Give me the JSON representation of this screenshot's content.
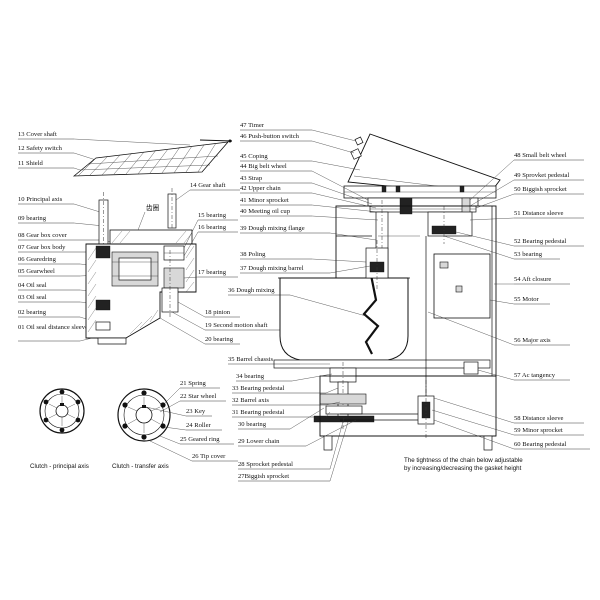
{
  "labels_left": [
    "13 Cover shaft",
    "12 Safety switch",
    "11 Shield",
    "10 Principal axis",
    "09 bearing",
    "08 Gear box cover",
    "07 Gear box body",
    "06 Gearedring",
    "05 Gearwheel",
    "04 Oil seal",
    "03 Oil seal",
    "02 bearing",
    "01 Oil seal distance sleeve"
  ],
  "labels_center": [
    "14 Gear shaft",
    "15 bearing",
    "16 bearing",
    "17 bearing",
    "18 pinion",
    "19 Second motion shaft",
    "20 bearing"
  ],
  "labels_clutch": [
    "21 Spring",
    "22 Star wheel",
    "23 Key",
    "24 Roller",
    "25 Geared ring",
    "26 Tip cover"
  ],
  "labels_mid": [
    "47 Timer",
    "46 Push-button switch",
    "45 Coping",
    "44 Big belt wheel",
    "43 Strap",
    "42 Upper chain",
    "41 Minor sprocket",
    "40 Meeting oil cup",
    "39 Dough mixing flange",
    "38 Poling",
    "37 Dough mixing barrel",
    "36 Dough mixing",
    "35 Barrel chassis",
    "34 bearing",
    "33 Bearing pedestal",
    "32 Barrel axis",
    "31 Bearing pedestal",
    "30 bearing",
    "29 Lower chain",
    "28 Sprocket pedestal",
    "27Biggish sprocket"
  ],
  "labels_right": [
    "48 Small belt wheel",
    "49 Sprovket pedestal",
    "50 Biggish sprocket",
    "51 Distance sleeve",
    "52 Bearing pedestal",
    "53 bearing",
    "54 Aft closure",
    "55 Motor",
    "56 Major axis",
    "57 Ac tangency",
    "58 Distance sleeve",
    "59 Minor sprocket",
    "60 Bearing pedestal"
  ],
  "callout_chinese": "齿圈",
  "caption_clutch_principal": "Clutch - principal axis",
  "caption_clutch_transfer": "Clutch - transfer axis",
  "note_chain_line1": "The tightness of the chain below adjustable",
  "note_chain_line2": "by increasing/decreasing the gasket height"
}
